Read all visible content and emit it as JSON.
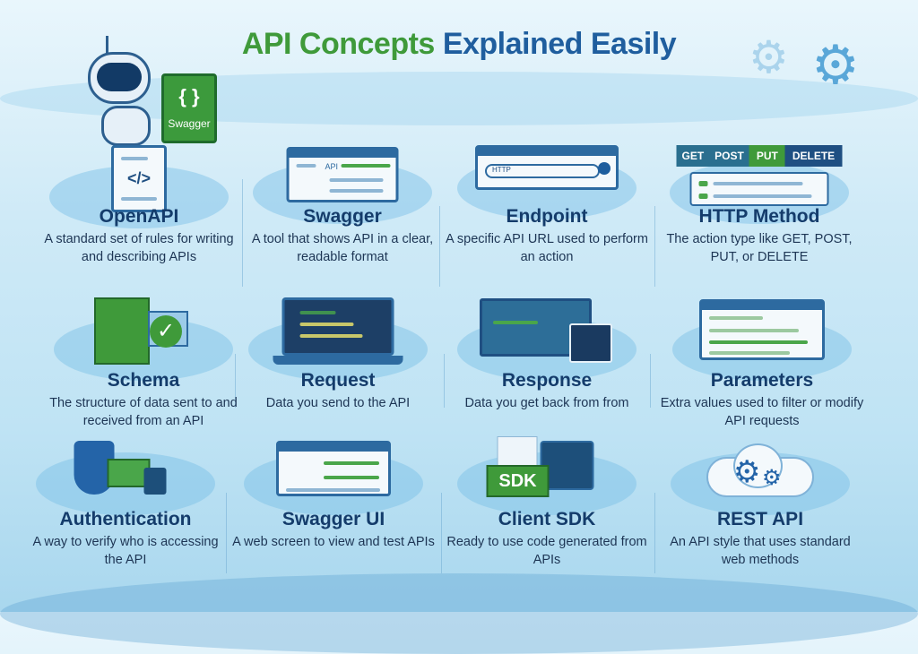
{
  "title": {
    "part1": "API Concepts",
    "part2": "Explained Easily"
  },
  "mascot": {
    "badge_symbol": "{ }",
    "badge_label": "Swagger"
  },
  "icons": {
    "openapi_code": "</>",
    "swagger_label": "API",
    "endpoint_url": "HTTP",
    "http_methods": [
      "GET",
      "POST",
      "PUT",
      "DELETE"
    ],
    "sdk_label": "SDK"
  },
  "cards": [
    {
      "title": "OpenAPI",
      "desc": "A standard set of rules for writing and describing APIs"
    },
    {
      "title": "Swagger",
      "desc": "A tool that shows API in a clear, readable format"
    },
    {
      "title": "Endpoint",
      "desc": "A specific API URL used to perform an action"
    },
    {
      "title": "HTTP Method",
      "desc": "The action type like GET, POST, PUT, or DELETE"
    },
    {
      "title": "Schema",
      "desc": "The structure of data sent to and received from an API"
    },
    {
      "title": "Request",
      "desc": "Data you send to the API"
    },
    {
      "title": "Response",
      "desc": "Data you get back from from"
    },
    {
      "title": "Parameters",
      "desc": "Extra values used to filter or modify API requests"
    },
    {
      "title": "Authentication",
      "desc": "A way to verify who is accessing the API"
    },
    {
      "title": "Swagger UI",
      "desc": "A web screen to view and test APIs"
    },
    {
      "title": "Client SDK",
      "desc": "Ready to use code generated from APIs"
    },
    {
      "title": "REST API",
      "desc": "An API style that uses standard web methods"
    }
  ],
  "colors": {
    "green": "#3f9a3a",
    "blue": "#1f5e9e",
    "navy": "#143c6b"
  }
}
